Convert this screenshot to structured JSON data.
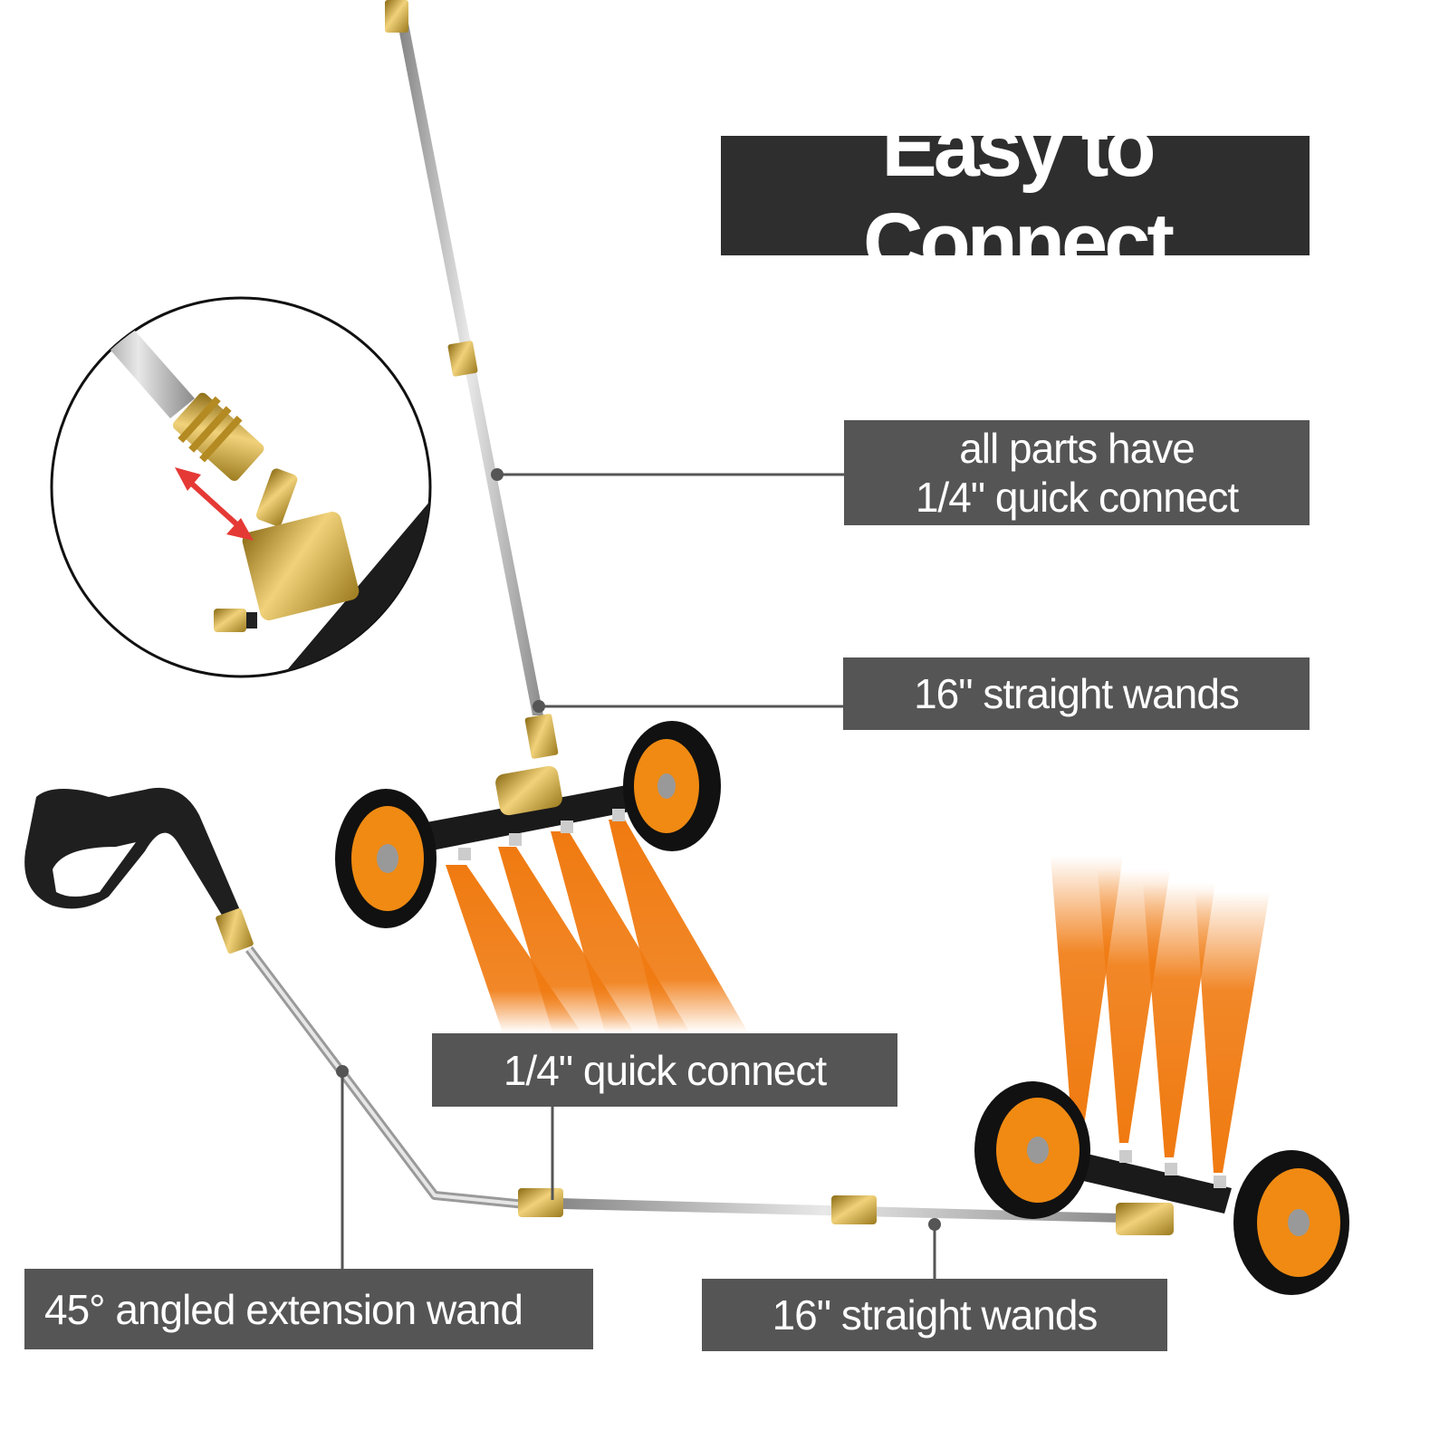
{
  "title": "Easy to Connect",
  "callouts": {
    "all_parts_line1": "all parts have",
    "all_parts_line2": "1/4\" quick connect",
    "straight_wands_top": "16\" straight wands",
    "quick_connect": "1/4\" quick connect",
    "angled_wand": "45° angled  extension wand",
    "straight_wands_bottom": "16\" straight wands"
  },
  "colors": {
    "title_bg": "#2e2e2e",
    "callout_bg": "#555555",
    "spray": "#f07a10",
    "wheel_hub": "#f08a12",
    "brass": "#c9a032",
    "arrow": "#e53935"
  }
}
